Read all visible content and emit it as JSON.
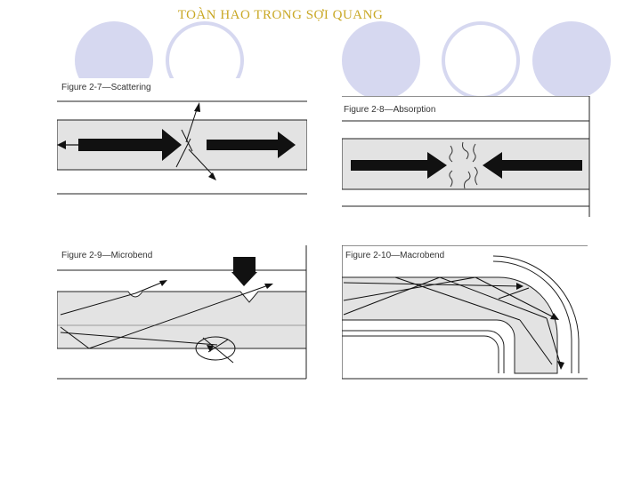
{
  "slide": {
    "title": "TOÀN HAO TRONG SỢI QUANG"
  },
  "figures": {
    "scattering": {
      "caption": "Figure 2-7—Scattering"
    },
    "absorption": {
      "caption": "Figure 2-8—Absorption"
    },
    "microbend": {
      "caption": "Figure 2-9—Microbend"
    },
    "macrobend": {
      "caption": "Figure 2-10—Macrobend"
    }
  },
  "colors": {
    "title": "#c9a825",
    "decoration": "#d6d8f0",
    "fiber_core": "#e3e3e3",
    "line": "#111111"
  }
}
